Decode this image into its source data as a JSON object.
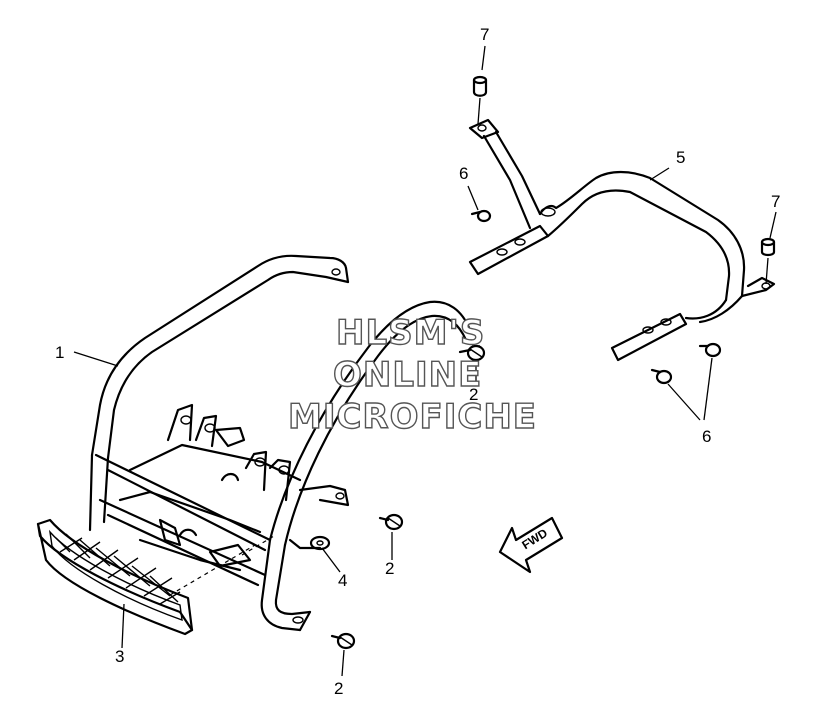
{
  "watermark": {
    "line1": "HLSM'S",
    "line2": "ONLINE",
    "line3": "MICROFICHE"
  },
  "fwd_arrow": {
    "label": "FWD"
  },
  "callouts": [
    {
      "id": "c1",
      "text": "1"
    },
    {
      "id": "c2a",
      "text": "2"
    },
    {
      "id": "c2b",
      "text": "2"
    },
    {
      "id": "c2c",
      "text": "2"
    },
    {
      "id": "c3",
      "text": "3"
    },
    {
      "id": "c4",
      "text": "4"
    },
    {
      "id": "c5",
      "text": "5"
    },
    {
      "id": "c6a",
      "text": "6"
    },
    {
      "id": "c6b",
      "text": "6"
    },
    {
      "id": "c7a",
      "text": "7"
    },
    {
      "id": "c7b",
      "text": "7"
    }
  ]
}
